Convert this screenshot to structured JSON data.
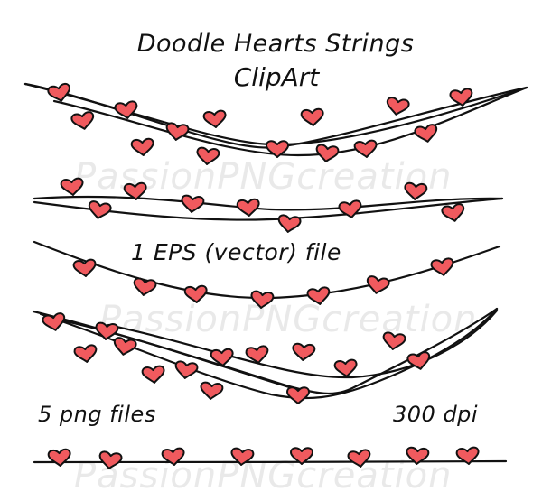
{
  "title_line1": "Doodle Hearts Strings",
  "title_line2": "ClipArt",
  "eps_label": "1 EPS (vector) file",
  "png_label": "5 png files",
  "dpi_label": "300 dpi",
  "watermark": "PassionPNGcreation",
  "colors": {
    "heart_fill": "#f05a5e",
    "outline": "#111111",
    "watermark": "#e9e9e9",
    "background": "#ffffff"
  },
  "icons": [
    "heart-icon"
  ]
}
